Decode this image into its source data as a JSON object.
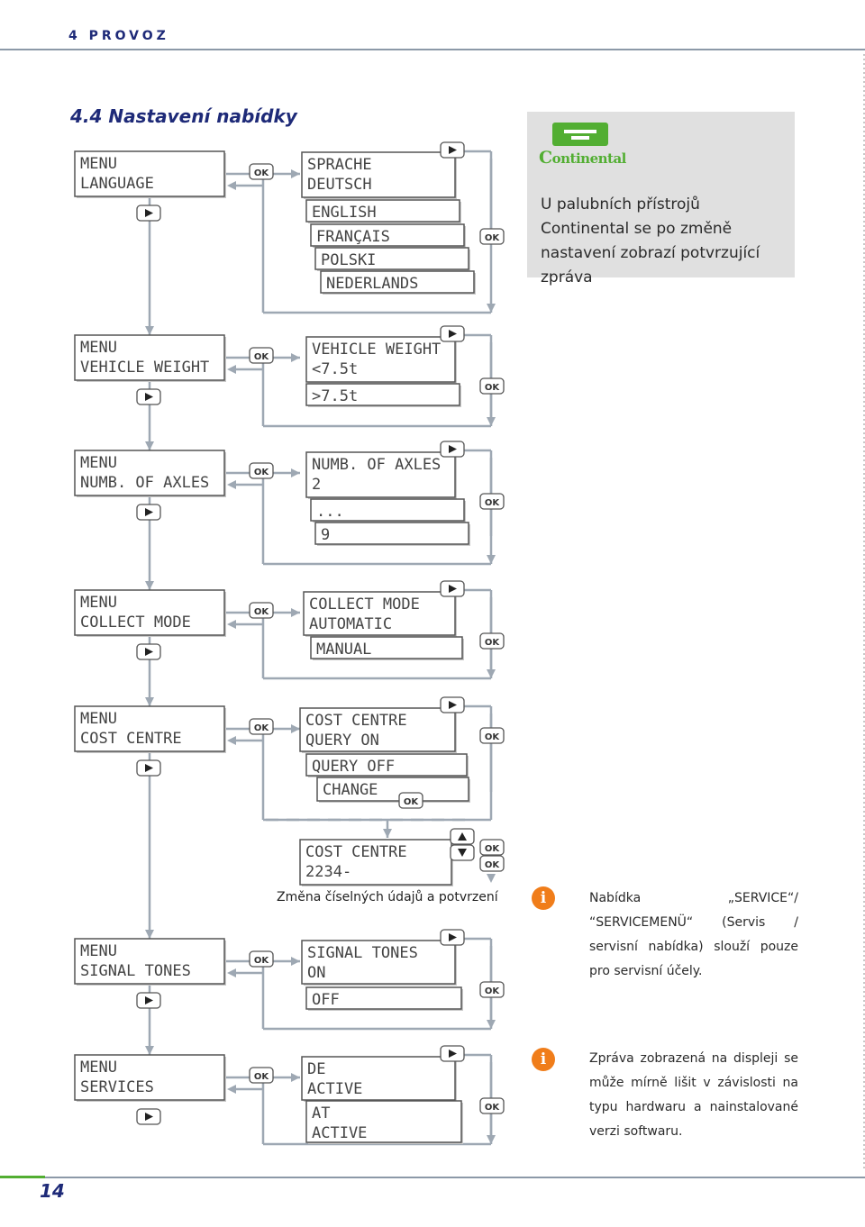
{
  "header": {
    "section": "4 PROVOZ"
  },
  "title": {
    "number": "4.4",
    "text": "Nastavení nabídky"
  },
  "brand": {
    "logo_text": "Continental",
    "color": "#52ae32"
  },
  "panel": {
    "text": "U palubních přístrojů Continental se po změně nastavení zobrazí potvrzující zpráva"
  },
  "colors": {
    "lcd_border": "#555555",
    "connector": "#9ea8b3",
    "info_icon": "#f07d1a",
    "accent_blue": "#1e2a78"
  },
  "buttons": {
    "ok": "OK"
  },
  "blocks": [
    {
      "menu": [
        "MENU",
        "LANGUAGE"
      ],
      "options": [
        [
          "SPRACHE",
          "DEUTSCH"
        ],
        [
          "ENGLISH"
        ],
        [
          "FRANÇAIS"
        ],
        [
          "POLSKI"
        ],
        [
          "NEDERLANDS"
        ]
      ]
    },
    {
      "menu": [
        "MENU",
        "VEHICLE WEIGHT"
      ],
      "options": [
        [
          "VEHICLE WEIGHT",
          "<7.5t"
        ],
        [
          ">7.5t"
        ]
      ]
    },
    {
      "menu": [
        "MENU",
        "NUMB. OF AXLES"
      ],
      "options": [
        [
          "NUMB. OF AXLES",
          "2"
        ],
        [
          "..."
        ],
        [
          "9"
        ]
      ]
    },
    {
      "menu": [
        "MENU",
        "COLLECT MODE"
      ],
      "options": [
        [
          "COLLECT MODE",
          "AUTOMATIC"
        ],
        [
          "MANUAL"
        ]
      ]
    },
    {
      "menu": [
        "MENU",
        "COST CENTRE"
      ],
      "options": [
        [
          "COST CENTRE",
          "QUERY ON"
        ],
        [
          "QUERY OFF"
        ],
        [
          "CHANGE"
        ]
      ]
    },
    {
      "menu": [
        "MENU",
        "SIGNAL TONES"
      ],
      "options": [
        [
          "SIGNAL TONES",
          "ON"
        ],
        [
          "OFF"
        ]
      ]
    },
    {
      "menu": [
        "MENU",
        "SERVICES"
      ],
      "options": [
        [
          "DE",
          "ACTIVE"
        ],
        [
          "AT",
          "ACTIVE"
        ]
      ]
    }
  ],
  "cost_entry": {
    "lines": [
      "COST CENTRE",
      "2234-"
    ],
    "caption": "Změna číselných údajů a potvrzení"
  },
  "notes": [
    "Nabídka „SERVICE“/ “SERVICEMENÜ“ (Servis / servisní nabídka) slouží pouze pro servisní účely.",
    "Zpráva zobrazená na displeji se může mírně lišit v závislosti na typu hardwaru a nainstalované verzi softwaru."
  ],
  "page_number": "14"
}
